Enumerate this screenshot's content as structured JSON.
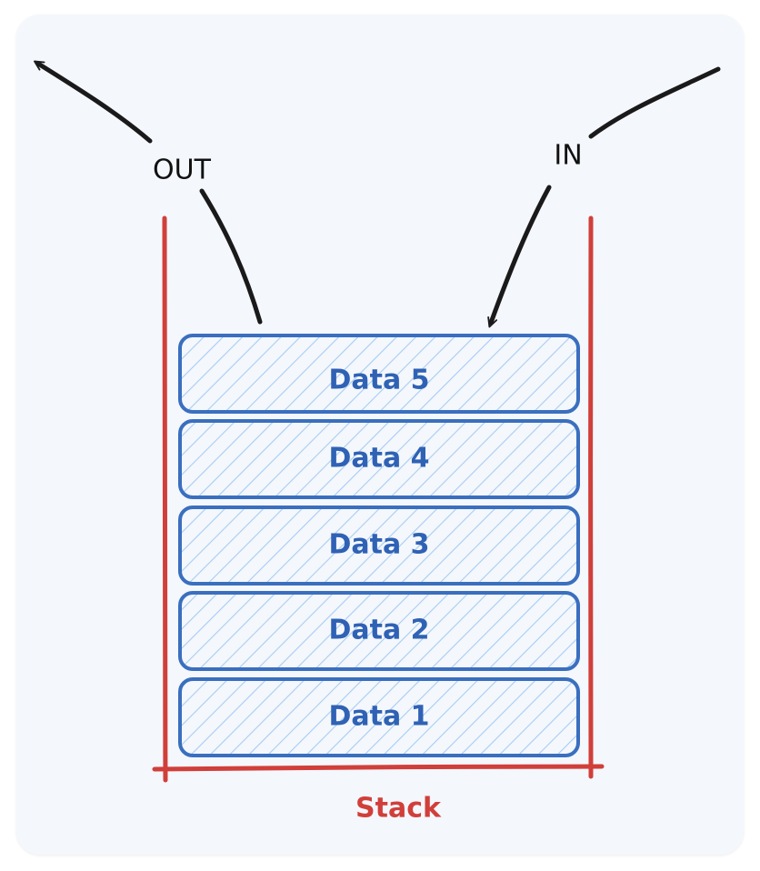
{
  "diagram": {
    "out_label": "OUT",
    "in_label": "IN",
    "stack_label": "Stack",
    "items": [
      "Data 5",
      "Data 4",
      "Data 3",
      "Data 2",
      "Data 1"
    ]
  },
  "colors": {
    "background": "#f4f7fc",
    "stack_walls": "#d13f3a",
    "stack_label": "#d13f3a",
    "item_border": "#3a6fbf",
    "item_hatch": "#a7cdf2",
    "item_text": "#2f62b5",
    "arrow": "#1a1a1a"
  }
}
